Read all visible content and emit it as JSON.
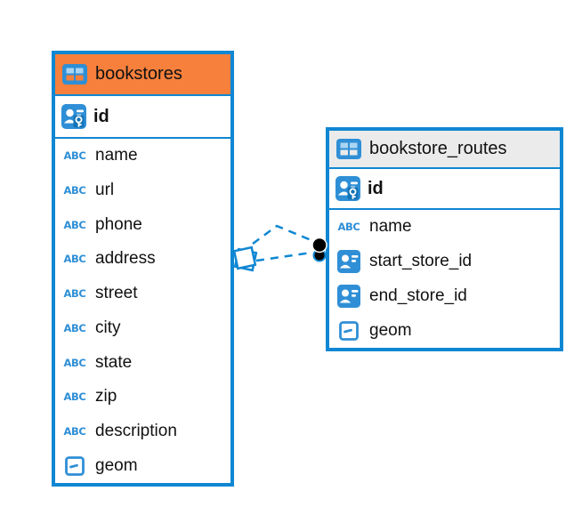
{
  "canvas": {
    "background": "#ffffff"
  },
  "colors": {
    "table_border_blue": "#0F87D3",
    "icon_blue": "#2F8FD6",
    "icon_cell_light": "#A9D5F2",
    "bookstores_header_bg": "#F6803C",
    "routes_header_bg": "#EBEBEB",
    "text": "#111111",
    "relationship_line": "#0F87D3",
    "endpoint_dot": "#000000"
  },
  "icons": {
    "abc_text": "ABC"
  },
  "tables": {
    "bookstores": {
      "title": "bookstores",
      "title_icon": "table-icon",
      "primary_key": {
        "label": "id",
        "icon": "id-key-icon"
      },
      "columns": [
        {
          "label": "name",
          "icon": "text-abc-icon"
        },
        {
          "label": "url",
          "icon": "text-abc-icon"
        },
        {
          "label": "phone",
          "icon": "text-abc-icon"
        },
        {
          "label": "address",
          "icon": "text-abc-icon"
        },
        {
          "label": "street",
          "icon": "text-abc-icon"
        },
        {
          "label": "city",
          "icon": "text-abc-icon"
        },
        {
          "label": "state",
          "icon": "text-abc-icon"
        },
        {
          "label": "zip",
          "icon": "text-abc-icon"
        },
        {
          "label": "description",
          "icon": "text-abc-icon"
        },
        {
          "label": "geom",
          "icon": "geometry-icon"
        }
      ]
    },
    "bookstore_routes": {
      "title": "bookstore_routes",
      "title_icon": "table-icon",
      "primary_key": {
        "label": "id",
        "icon": "id-key-icon"
      },
      "columns": [
        {
          "label": "name",
          "icon": "text-abc-icon"
        },
        {
          "label": "start_store_id",
          "icon": "id-card-icon"
        },
        {
          "label": "end_store_id",
          "icon": "id-card-icon"
        },
        {
          "label": "geom",
          "icon": "geometry-icon"
        }
      ]
    }
  },
  "relationship": {
    "from_table": "bookstores",
    "to_table": "bookstore_routes",
    "line_style": "dashed",
    "source_marker": "diamond",
    "target_marker": "double-dot",
    "line_count": 2
  }
}
